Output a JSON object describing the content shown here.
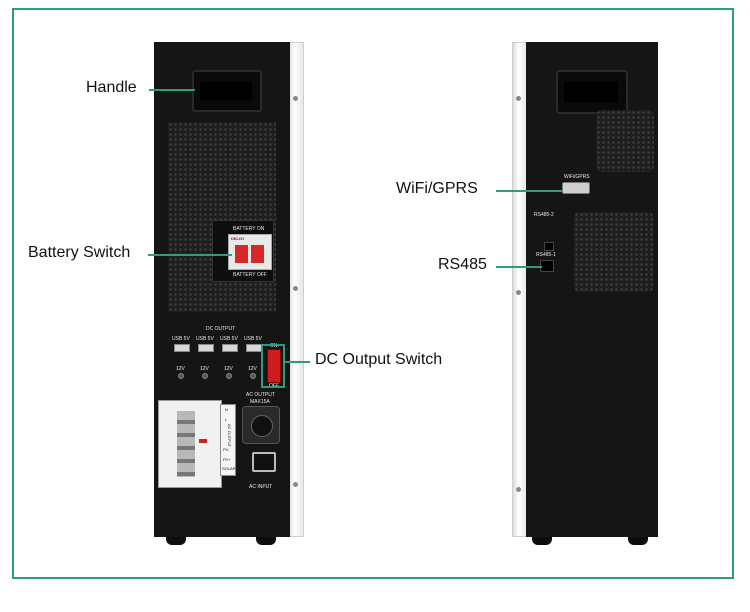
{
  "callouts": {
    "handle": "Handle",
    "battery_switch": "Battery Switch",
    "dc_output_switch": "DC Output Switch",
    "wifi_gprs": "WiFi/GPRS",
    "rs485": "RS485"
  },
  "front_unit": {
    "battery_on": "BATTERY ON",
    "battery_off": "BATTERY OFF",
    "breaker_brand": "DELIXI",
    "dc_output": "DC OUTPUT",
    "usb_labels": [
      "USB 5V",
      "USB 5V",
      "USB 5V",
      "USB 5V"
    ],
    "v12_labels": [
      "12V",
      "12V",
      "12V",
      "12V"
    ],
    "switch_on": "ON",
    "switch_off": "OFF",
    "ac_output": "AC OUTPUT",
    "ac_output_max": "MAX15A",
    "ac_input": "AC INPUT",
    "terminal_labels": [
      "N",
      "L",
      "PV-",
      "PV+"
    ],
    "terminal_group_labels": [
      "AC OUTPUT",
      "SOLAR"
    ]
  },
  "rear_unit": {
    "wifi_label": "WiFi/GPRS",
    "rs485_2": "RS485-2",
    "rs485_1": "RS485-1"
  },
  "colors": {
    "accent": "#2e9a80",
    "breaker_red": "#d62828",
    "switch_red": "#d01c1c"
  }
}
